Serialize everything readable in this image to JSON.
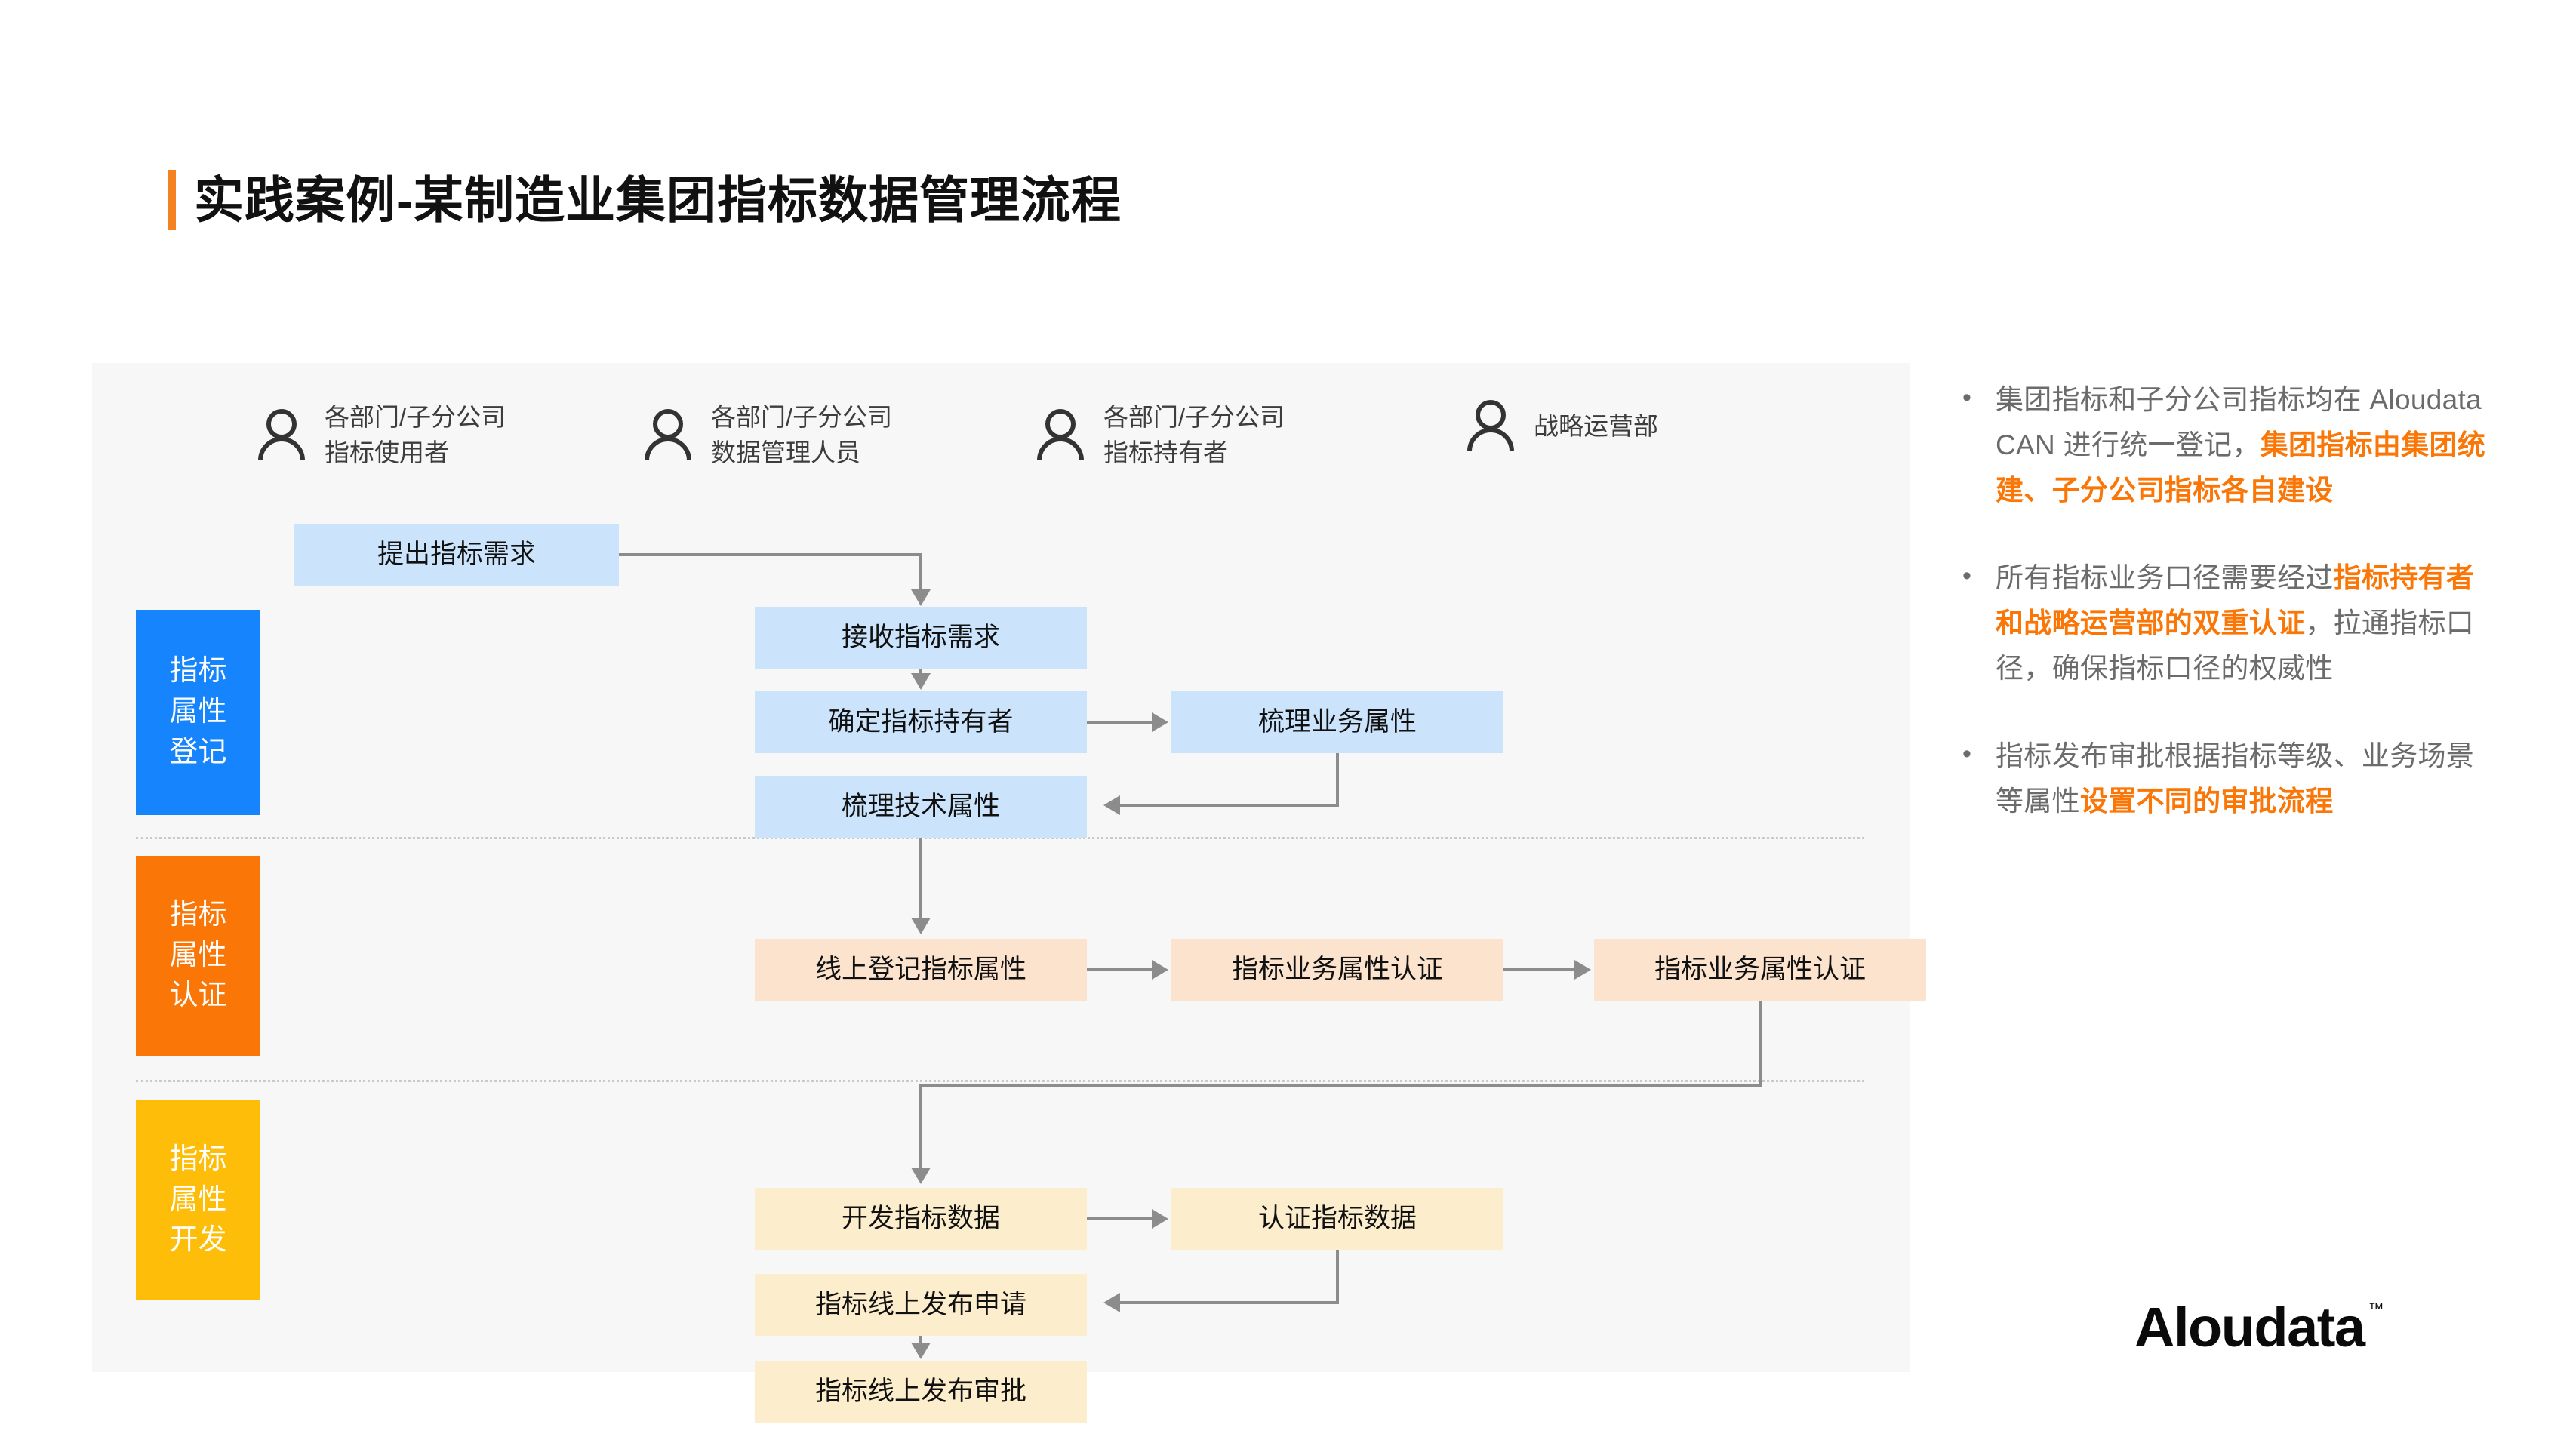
{
  "title": "实践案例-某制造业集团指标数据管理流程",
  "colors": {
    "title_accent": "#F58220",
    "lane_registration": "#1684FC",
    "lane_certification": "#F97607",
    "lane_development": "#FDBD08",
    "box_blue": "#CBE3FB",
    "box_peach": "#FBE3CD",
    "box_cream": "#FCEDCC",
    "connector": "#8C8C8C",
    "highlight": "#F97607",
    "note_text": "#6B6B6B",
    "panel_bg": "#F7F7F7"
  },
  "diagram": {
    "actors": [
      {
        "icon": "person-icon",
        "label": "各部门/子分公司\n指标使用者"
      },
      {
        "icon": "person-icon",
        "label": "各部门/子分公司\n数据管理人员"
      },
      {
        "icon": "person-icon",
        "label": "各部门/子分公司\n指标持有者"
      },
      {
        "icon": "person-icon",
        "label": "战略运营部"
      }
    ],
    "lanes": [
      {
        "name": "指标\n属性\n登记",
        "color": "#1684FC"
      },
      {
        "name": "指标\n属性\n认证",
        "color": "#F97607"
      },
      {
        "name": "指标\n属性\n开发",
        "color": "#FDBD08"
      }
    ],
    "steps": {
      "raise_requirement": "提出指标需求",
      "receive_requirement": "接收指标需求",
      "determine_owner": "确定指标持有者",
      "sort_business_attr": "梳理业务属性",
      "sort_technical_attr": "梳理技术属性",
      "register_online": "线上登记指标属性",
      "certify_business_attr_1": "指标业务属性认证",
      "certify_business_attr_2": "指标业务属性认证",
      "develop_data": "开发指标数据",
      "certify_data": "认证指标数据",
      "publish_request": "指标线上发布申请",
      "publish_approval": "指标线上发布审批"
    }
  },
  "notes": [
    {
      "bullet": "•",
      "parts": [
        {
          "text": "集团指标和子分公司指标均在 Aloudata CAN 进行统一登记，",
          "highlight": false
        },
        {
          "text": "集团指标由集团统建、子分公司指标各自建设",
          "highlight": true
        }
      ]
    },
    {
      "bullet": "•",
      "parts": [
        {
          "text": "所有指标业务口径需要经过",
          "highlight": false
        },
        {
          "text": "指标持有者和战略运营部的双重认证",
          "highlight": true
        },
        {
          "text": "，拉通指标口径，确保指标口径的权威性",
          "highlight": false
        }
      ]
    },
    {
      "bullet": "•",
      "parts": [
        {
          "text": "指标发布审批根据指标等级、业务场景等属性",
          "highlight": false
        },
        {
          "text": "设置不同的审批流程",
          "highlight": true
        }
      ]
    }
  ],
  "logo": {
    "word": "Aloudata",
    "tm": "™"
  }
}
